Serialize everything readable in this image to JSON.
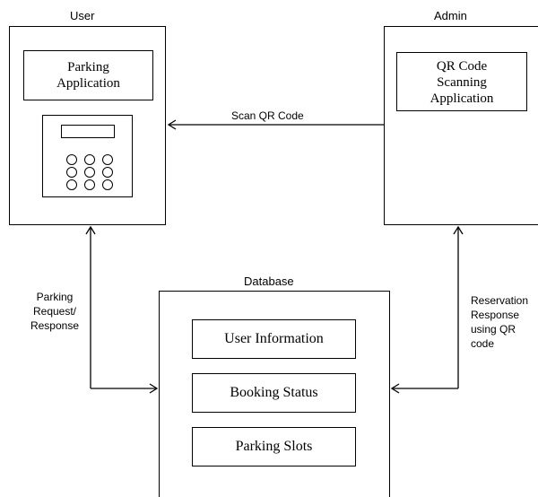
{
  "user": {
    "title": "User",
    "app_line1": "Parking",
    "app_line2": "Application"
  },
  "admin": {
    "title": "Admin",
    "app_line1": "QR Code",
    "app_line2": "Scanning",
    "app_line3": "Application"
  },
  "database": {
    "title": "Database",
    "items": [
      "User Information",
      "Booking Status",
      "Parking Slots"
    ]
  },
  "arrows": {
    "scan_qr": "Scan QR Code",
    "left_line1": "Parking",
    "left_line2": "Request/",
    "left_line3": "Response",
    "right_line1": "Reservation",
    "right_line2": "Response",
    "right_line3": "using QR",
    "right_line4": "code"
  }
}
